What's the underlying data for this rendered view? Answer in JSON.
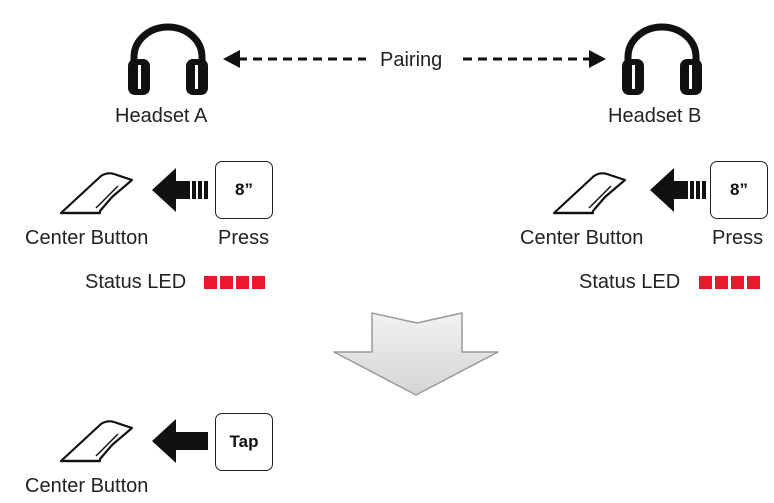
{
  "pairing_label": "Pairing",
  "headset_a": {
    "name": "Headset A",
    "button_label": "Center Button",
    "action_label": "Press",
    "duration": "8”",
    "status_label": "Status LED",
    "led_count": 4,
    "led_color": "#e8192c"
  },
  "headset_b": {
    "name": "Headset B",
    "button_label": "Center Button",
    "action_label": "Press",
    "duration": "8”",
    "status_label": "Status LED",
    "led_count": 4,
    "led_color": "#e8192c"
  },
  "next_step": {
    "key_label": "Tap",
    "button_label": "Center Button"
  },
  "icons": [
    "headphones-icon",
    "button-icon",
    "arrow-left-icon",
    "down-arrow-icon"
  ]
}
